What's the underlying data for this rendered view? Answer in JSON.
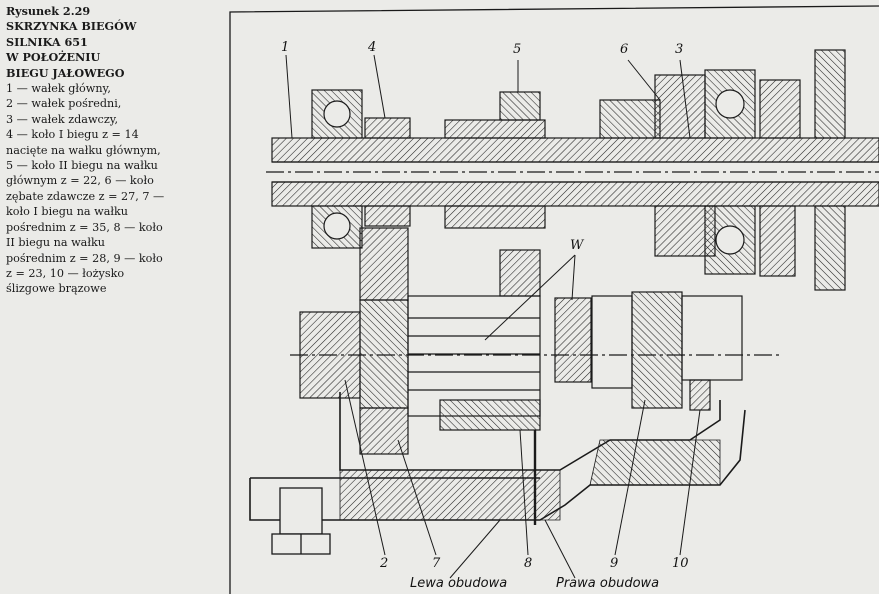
{
  "caption": {
    "title_lines": [
      "Rysunek 2.29",
      "SKRZYNKA BIEGÓW",
      "SILNIKA 651",
      "W POŁOŻENIU",
      "BIEGU JAŁOWEGO"
    ],
    "legend_lines": [
      "1 — wałek główny,",
      "2 — wałek pośredni,",
      "3 — wałek zdawczy,",
      "4 — koło I biegu z = 14",
      "nacięte na wałku głównym,",
      "5 — koło II biegu na wałku",
      "głównym z = 22, 6 — koło",
      "zębate zdawcze z = 27, 7 —",
      "koło I biegu na wałku",
      "pośrednim z = 35, 8 — koło",
      "II biegu na wałku",
      "pośrednim z = 28, 9 — koło",
      "z = 23, 10 — łożysko",
      "ślizgowe brązowe"
    ]
  },
  "labels": {
    "n1": "1",
    "n2": "2",
    "n3": "3",
    "n4": "4",
    "n5": "5",
    "n6": "6",
    "n7": "7",
    "n8": "8",
    "n9": "9",
    "n10": "10",
    "w": "W",
    "left_housing": "Lewa obudowa",
    "right_housing": "Prawa obudowa"
  },
  "colors": {
    "ink": "#1a1a1a",
    "paper": "#ebebe8"
  }
}
